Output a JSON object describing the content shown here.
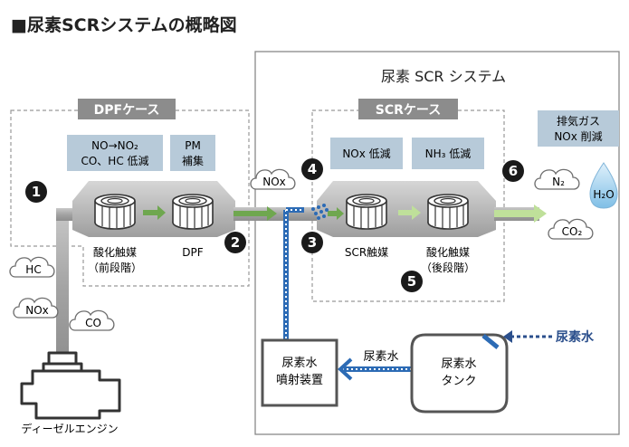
{
  "title": "■尿素SCRシステムの概略図",
  "scr_system": {
    "title": "尿素 SCR システム"
  },
  "dpf_case": {
    "label": "DPFケース",
    "func_1": [
      "NO→NO₂",
      "CO、HC 低減"
    ],
    "func_2": [
      "PM",
      "補集"
    ],
    "catalyst_1": [
      "酸化触媒",
      "（前段階）"
    ],
    "catalyst_2": "DPF"
  },
  "scr_case": {
    "label": "SCRケース",
    "func_1": "NOx 低減",
    "func_2": "NH₃ 低減",
    "catalyst_1": "SCR触媒",
    "catalyst_2": [
      "酸化触媒",
      "（後段階）"
    ]
  },
  "exhaust": {
    "label": [
      "排気ガス",
      "NOx 削減"
    ],
    "n2": "N₂",
    "h2o": "H₂O",
    "co2": "CO₂"
  },
  "engine": {
    "label": "ディーゼルエンジン",
    "hc": "HC",
    "nox": "NOx",
    "co": "CO"
  },
  "nox_mid": "NOx",
  "injector": {
    "label": [
      "尿素水",
      "噴射装置"
    ]
  },
  "tank": {
    "label": [
      "尿素水",
      "タンク"
    ]
  },
  "urea_flow_label": "尿素水",
  "urea_input_label": "尿素水",
  "steps": [
    "1",
    "2",
    "3",
    "4",
    "5",
    "6"
  ],
  "colors": {
    "panel_blue": "#b7cad9",
    "flow_blue": "#2c6bb5",
    "arrow_green": "#6fa74f",
    "arrow_light_green": "#bfe09a",
    "pipe_gray": "#a6a6a6",
    "dark_blue": "#2b4f8c"
  },
  "icons": [
    "catalyst-icon",
    "diesel-engine-icon",
    "water-drop-icon",
    "cloud-icon",
    "nozzle-icon"
  ]
}
